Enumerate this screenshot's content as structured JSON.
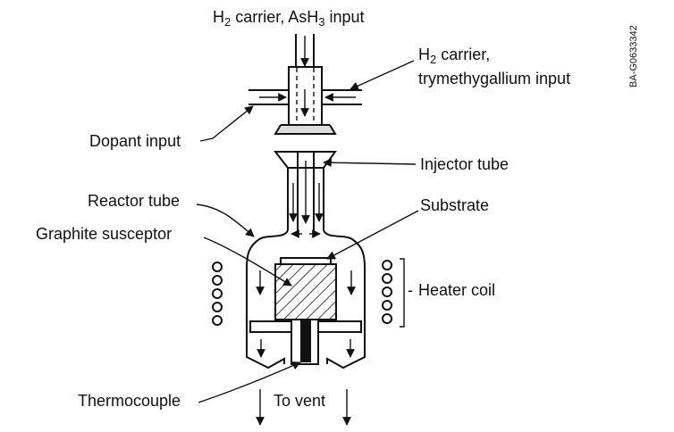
{
  "labels": {
    "h2_arsine_input": {
      "prefix": "H",
      "sub1": "2",
      "middle": " carrier, AsH",
      "sub2": "3",
      "suffix": " input"
    },
    "h2_tmg_line1": "H",
    "h2_tmg_sub": "2",
    "h2_tmg_line1_rest": " carrier,",
    "h2_tmg_line2": "trymethygallium input",
    "dopant_input": "Dopant input",
    "injector_tube": "Injector tube",
    "reactor_tube": "Reactor tube",
    "substrate": "Substrate",
    "graphite_susceptor": "Graphite susceptor",
    "heater_coil": "Heater coil",
    "heater_dash": "-",
    "thermocouple": "Thermocouple",
    "to_vent": "To vent",
    "figure_code": "BA-G0633342"
  },
  "colors": {
    "ink": "#111111",
    "background": "#ffffff"
  }
}
